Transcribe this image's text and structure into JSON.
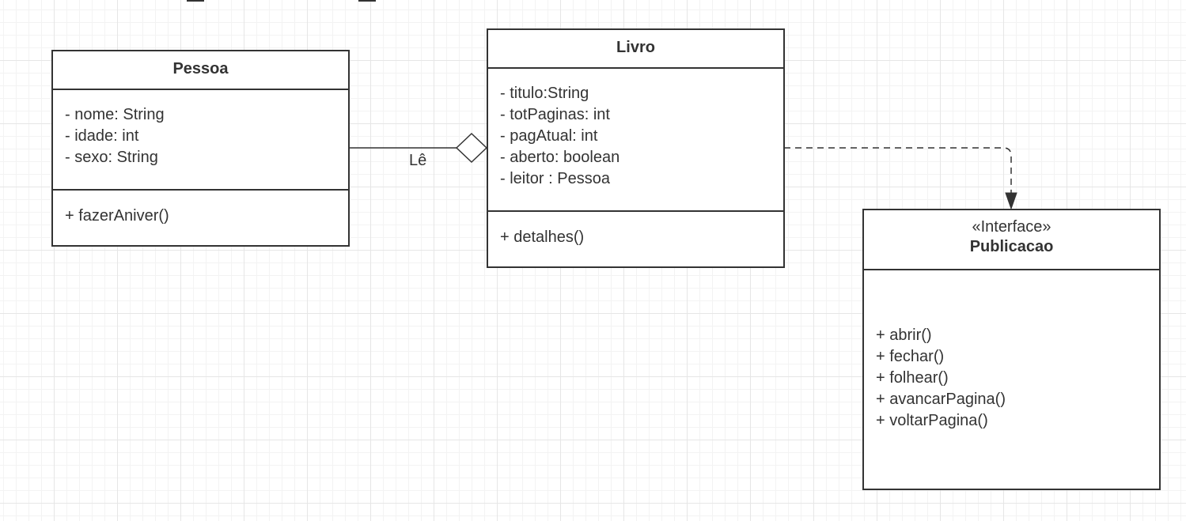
{
  "diagram": {
    "classes": {
      "pessoa": {
        "name": "Pessoa",
        "attributes": [
          "- nome: String",
          "- idade: int",
          "- sexo: String"
        ],
        "methods": [
          "+ fazerAniver()"
        ]
      },
      "livro": {
        "name": "Livro",
        "attributes": [
          "- titulo:String",
          "- totPaginas: int",
          "- pagAtual: int",
          "- aberto: boolean",
          "- leitor : Pessoa"
        ],
        "methods": [
          "+ detalhes()"
        ]
      },
      "publicacao": {
        "stereotype": "«Interface»",
        "name": "Publicacao",
        "methods": [
          "+ abrir()",
          "+ fechar()",
          "+ folhear()",
          "+ avancarPagina()",
          "+ voltarPagina()"
        ]
      }
    },
    "relations": {
      "association_label": "Lê"
    },
    "colors": {
      "line": "#333333",
      "grid": "#e6e6e6",
      "background": "#ffffff"
    }
  }
}
